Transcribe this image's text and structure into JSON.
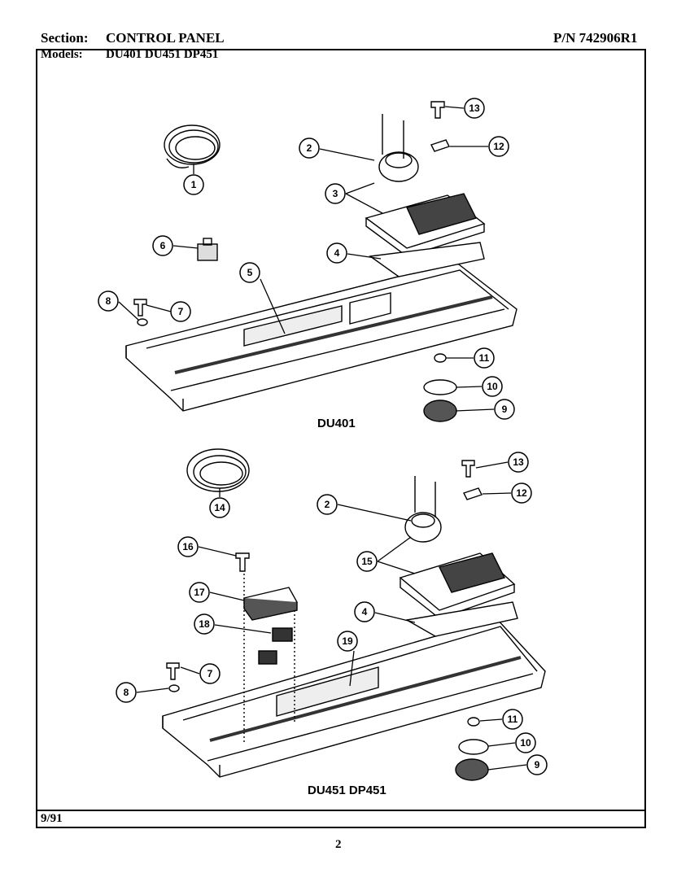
{
  "header": {
    "section_label": "Section:",
    "section_value": "CONTROL PANEL",
    "part_number": "P/N 742906R1",
    "models_label": "Models:",
    "models_value": "DU401  DU451  DP451"
  },
  "diagrams": {
    "top_label": "DU401",
    "bottom_label": "DU451    DP451"
  },
  "callouts_top": [
    "1",
    "2",
    "3",
    "4",
    "5",
    "6",
    "7",
    "8",
    "9",
    "10",
    "11",
    "12",
    "13"
  ],
  "callouts_bottom": [
    "2",
    "4",
    "7",
    "8",
    "9",
    "10",
    "11",
    "12",
    "13",
    "14",
    "15",
    "16",
    "17",
    "18",
    "19"
  ],
  "footer": {
    "date": "9/91",
    "page_number": "2"
  }
}
